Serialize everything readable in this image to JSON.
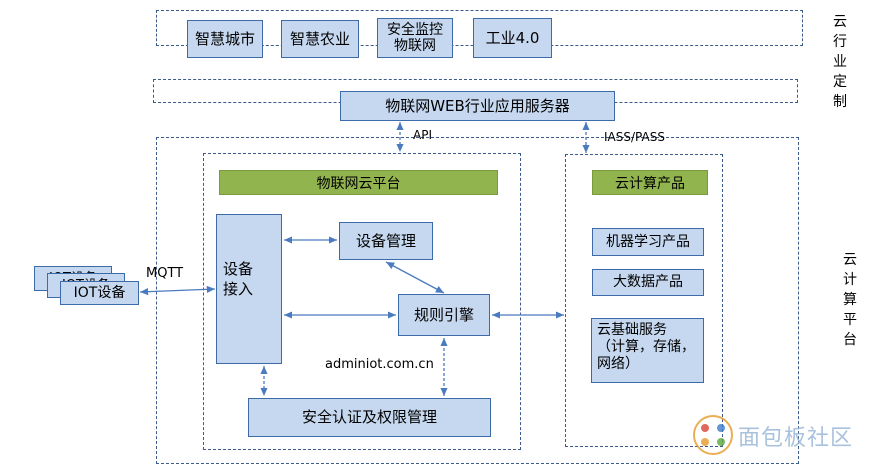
{
  "industry_apps": [
    "智慧城市",
    "智慧农业",
    "安全监控\n物联网",
    "工业4.0"
  ],
  "web_server": "物联网WEB行业应用服务器",
  "side_labels": {
    "cloud_custom": "云行业定制",
    "cloud_platform": "云计算平台"
  },
  "interfaces": {
    "api": "API",
    "iass": "IASS/PASS",
    "mqtt": "MQTT"
  },
  "iot_platform": {
    "title": "物联网云平台",
    "device_access": "设备\n接入",
    "device_mgmt": "设备管理",
    "rule_engine": "规则引擎",
    "domain": "adminiot.com.cn",
    "security": "安全认证及权限管理"
  },
  "cloud_products": {
    "title": "云计算产品",
    "items": [
      "机器学习产品",
      "大数据产品",
      "云基础服务\n（计算，存储，\n网络）"
    ]
  },
  "iot_devices": [
    "IOT设备",
    "IOT设备",
    "IOT设备"
  ],
  "watermark": "面包板社区",
  "colors": {
    "box_fill": "#c6d8f0",
    "box_border": "#3d6aa8",
    "title_fill": "#92b44e",
    "dashed": "#3b5b8a",
    "arrow": "#4a7bbf"
  }
}
